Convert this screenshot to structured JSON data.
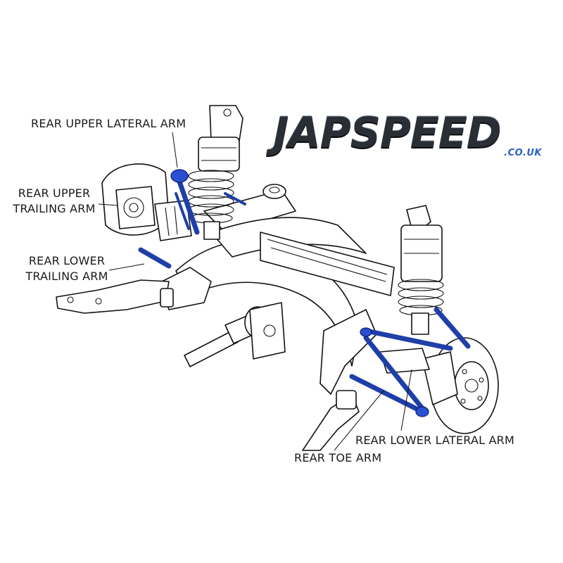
{
  "brand": {
    "name": "JAPSPEED",
    "domain": ".CO.UK",
    "accent_color": "#2d5ec7",
    "text_color": "#2a2f36"
  },
  "labels": {
    "rear_upper_lateral_arm": "REAR UPPER LATERAL ARM",
    "rear_upper_trailing_arm_line1": "REAR UPPER",
    "rear_upper_trailing_arm_line2": "TRAILING ARM",
    "rear_lower_trailing_arm_line1": "REAR LOWER",
    "rear_lower_trailing_arm_line2": "TRAILING ARM",
    "rear_lower_lateral_arm": "REAR LOWER LATERAL ARM",
    "rear_toe_arm": "REAR TOE ARM"
  },
  "colors": {
    "highlight_arm": "#1f3fa8",
    "outline": "#111111",
    "background": "#ffffff"
  }
}
